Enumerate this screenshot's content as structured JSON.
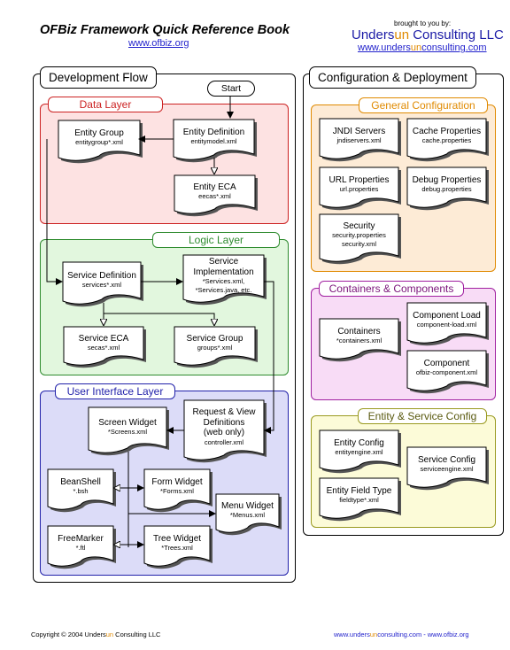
{
  "header": {
    "title": "OFBiz Framework Quick Reference Book",
    "site": "www.ofbiz.org",
    "brought_by": "brought to you by:",
    "company_pre": "Unders",
    "company_un": "un",
    "company_post": " Consulting LLC",
    "company_url_pre": "www.unders",
    "company_url_un": "un",
    "company_url_post": "consulting.com"
  },
  "dev_flow": {
    "title": "Development Flow",
    "start": "Start",
    "data_layer": {
      "label": "Data Layer",
      "entity_group": {
        "name": "Entity Group",
        "file": "entitygroup*.xml"
      },
      "entity_definition": {
        "name": "Entity Definition",
        "file": "entitymodel.xml"
      },
      "entity_eca": {
        "name": "Entity ECA",
        "file": "eecas*.xml"
      }
    },
    "logic_layer": {
      "label": "Logic Layer",
      "service_definition": {
        "name": "Service Definition",
        "file": "services*.xml"
      },
      "service_impl": {
        "name1": "Service",
        "name2": "Implementation",
        "file1": "*Services.xml,",
        "file2": "*Services.java, etc."
      },
      "service_eca": {
        "name": "Service ECA",
        "file": "secas*.xml"
      },
      "service_group": {
        "name": "Service Group",
        "file": "groups*.xml"
      }
    },
    "ui_layer": {
      "label": "User Interface Layer",
      "screen_widget": {
        "name": "Screen Widget",
        "file": "*Screens.xml"
      },
      "request_view": {
        "name1": "Request & View",
        "name2": "Definitions",
        "name3": "(web only)",
        "file": "controller.xml"
      },
      "beanshell": {
        "name": "BeanShell",
        "file": "*.bsh"
      },
      "form_widget": {
        "name": "Form Widget",
        "file": "*Forms.xml"
      },
      "menu_widget": {
        "name": "Menu Widget",
        "file": "*Menus.xml"
      },
      "freemarker": {
        "name": "FreeMarker",
        "file": "*.ftl"
      },
      "tree_widget": {
        "name": "Tree Widget",
        "file": "*Trees.xml"
      }
    }
  },
  "config": {
    "title": "Configuration & Deployment",
    "general": {
      "label": "General Configuration",
      "jndi": {
        "name": "JNDI Servers",
        "file": "jndiservers.xml"
      },
      "cache": {
        "name": "Cache Properties",
        "file": "cache.properties"
      },
      "url": {
        "name": "URL Properties",
        "file": "url.properties"
      },
      "debug": {
        "name": "Debug Properties",
        "file": "debug.properties"
      },
      "security": {
        "name": "Security",
        "file1": "security.properties",
        "file2": "security.xml"
      }
    },
    "containers": {
      "label": "Containers & Components",
      "containers": {
        "name": "Containers",
        "file": "*containers.xml"
      },
      "component_load": {
        "name": "Component Load",
        "file": "component-load.xml"
      },
      "component": {
        "name": "Component",
        "file": "ofbiz-component.xml"
      }
    },
    "entity_service": {
      "label": "Entity & Service Config",
      "entity_config": {
        "name": "Entity Config",
        "file": "entityengine.xml"
      },
      "service_config": {
        "name": "Service Config",
        "file": "serviceengine.xml"
      },
      "entity_field_type": {
        "name": "Entity Field Type",
        "file": "fieldtype*.xml"
      }
    }
  },
  "footer": {
    "copyright_pre": "Copyright © 2004 Unders",
    "copyright_un": "un",
    "copyright_post": " Consulting LLC",
    "urls_pre": "www.unders",
    "urls_un": "un",
    "urls_post": "consulting.com - www.ofbiz.org"
  },
  "colors": {
    "data_fill": "#fde2e2",
    "data_border": "#cc2222",
    "logic_fill": "#e2f7de",
    "logic_border": "#2e8b2e",
    "ui_fill": "#dcdcf8",
    "ui_border": "#2222aa",
    "general_fill": "#fdebd6",
    "general_border": "#e08a00",
    "containers_fill": "#f8dcf6",
    "containers_border": "#a020a0",
    "entity_fill": "#fcfbd8",
    "entity_border": "#9a9a20"
  }
}
